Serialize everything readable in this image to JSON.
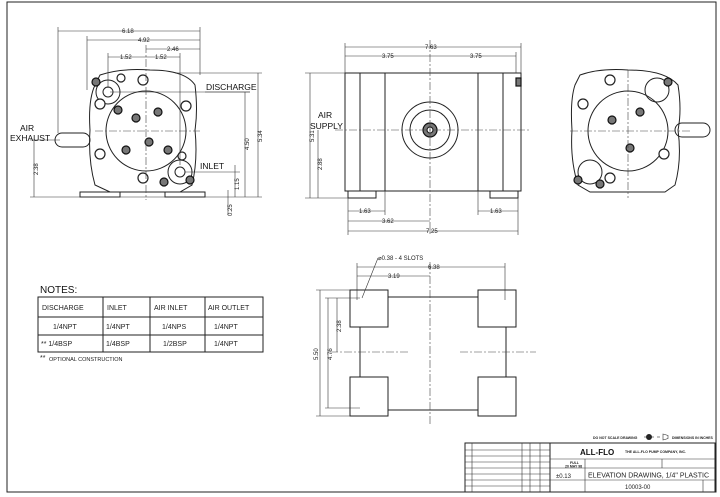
{
  "front_view": {
    "dims": {
      "overall_width": "6.18",
      "body_width": "4.92",
      "half": "2.46",
      "port_left": "1.52",
      "port_right": "1.52",
      "height": "5.34",
      "discharge_height": "4.50",
      "inlet_height": "1.15",
      "base": "0.25",
      "shaft_height": "2.38"
    },
    "labels": {
      "discharge": "DISCHARGE",
      "inlet": "INLET",
      "air_exhaust_1": "AIR",
      "air_exhaust_2": "EXHAUST"
    }
  },
  "side_view": {
    "dims": {
      "overall_width": "7.63",
      "half_left": "3.75",
      "half_right": "3.75",
      "height": "5.31",
      "center_height": "2.88",
      "foot_left": "1.63",
      "foot_right": "1.63",
      "half_base": "3.62",
      "base_width": "7.25"
    },
    "labels": {
      "air_supply_1": "AIR",
      "air_supply_2": "SUPPLY"
    }
  },
  "bottom_view": {
    "dims": {
      "slots": "⌀0.38 - 4 SLOTS",
      "width": "6.38",
      "half": "3.19",
      "length": "5.50",
      "slot_span": "4.76",
      "half_span": "2.38"
    }
  },
  "notes": {
    "title": "NOTES:",
    "headers": [
      "DISCHARGE",
      "INLET",
      "AIR INLET",
      "AIR OUTLET"
    ],
    "rows": [
      [
        "1/4NPT",
        "1/4NPT",
        "1/4NPS",
        "1/4NPT"
      ],
      [
        "** 1/4BSP",
        "1/4BSP",
        "1/2BSP",
        "1/4NPT"
      ]
    ],
    "footnote_mark": "**",
    "footnote": "OPTIONAL CONSTRUCTION"
  },
  "title_block": {
    "scale_note": "DO NOT SCALE DRAWING",
    "units_note": "DIMENSIONS IN INCHES",
    "logo": "ALL-FLO",
    "company": "THE ALL-FLO PUMP COMPANY, INC.",
    "scale": "FULL",
    "date": "20 MAY 98",
    "tolerance": "±0.13",
    "title": "ELEVATION DRAWING, 1/4\" PLASTIC",
    "drawing_number": "10003-00"
  }
}
